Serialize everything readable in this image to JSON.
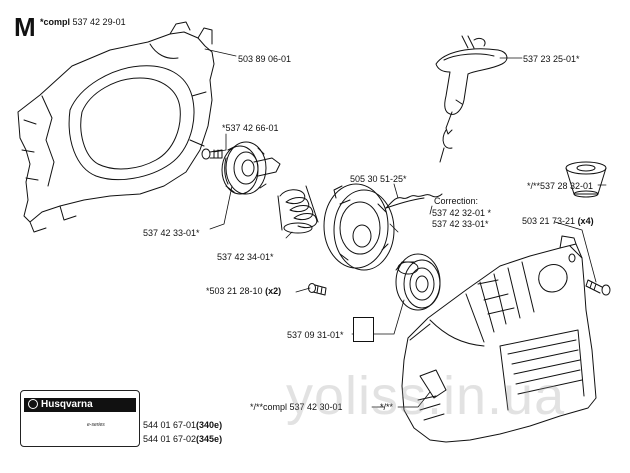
{
  "section": {
    "letter": "M",
    "compl_prefix": "*compl",
    "compl_part": "537 42 29-01"
  },
  "labels": [
    {
      "id": "p1",
      "text": "503 89 06-01"
    },
    {
      "id": "p2",
      "text": "537 23 25-01*"
    },
    {
      "id": "p3",
      "text": "*537 42 66-01"
    },
    {
      "id": "p4",
      "text": "*/**537 28 32-01"
    },
    {
      "id": "p5",
      "text": "505 30 51-25*"
    },
    {
      "id": "p6",
      "text": "Correction:"
    },
    {
      "id": "p7",
      "text": "537 42 32-01 *"
    },
    {
      "id": "p8",
      "text": "537 42 33-01*"
    },
    {
      "id": "p9",
      "text": "537 42 33-01*"
    },
    {
      "id": "p10",
      "text": "537 42 34-01*"
    },
    {
      "id": "p11",
      "text": "*503 21 28-10",
      "qty": "(x2)"
    },
    {
      "id": "p12",
      "text": "503 21 73-21",
      "qty": "(x4)"
    },
    {
      "id": "p13",
      "text": "537 09 31-01*"
    },
    {
      "id": "p14",
      "text": "*/**compl 537 42 30-01"
    },
    {
      "id": "p15",
      "text": "*/**"
    },
    {
      "id": "p16",
      "text": "544 01 67-01",
      "qty": "(340e)"
    },
    {
      "id": "p17",
      "text": "544 01 67-02",
      "qty": "(345e)"
    }
  ],
  "logo": {
    "brand": "Husqvarna",
    "series": "e-series"
  },
  "watermark": "yoliss.in.ua"
}
